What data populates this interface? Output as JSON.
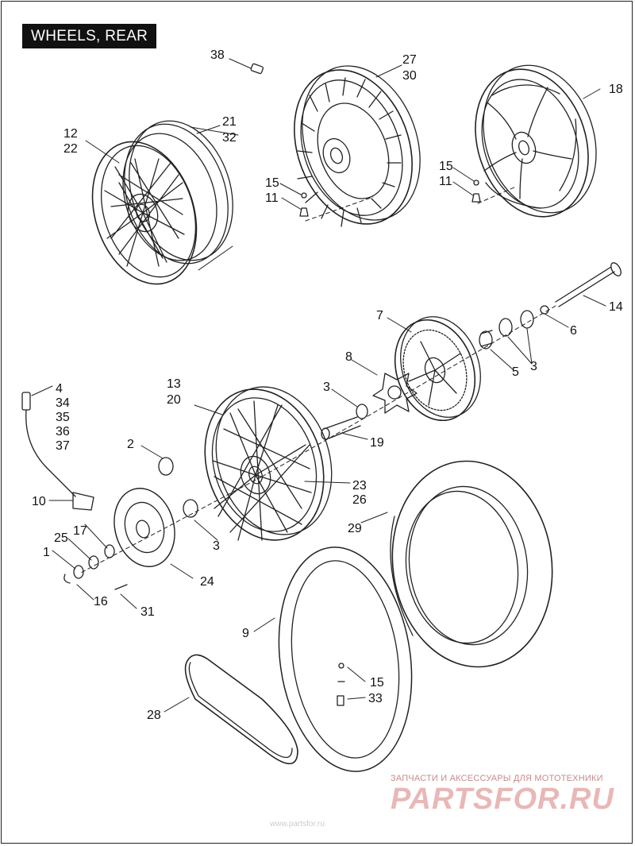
{
  "title": "WHEELS, REAR",
  "labels": {
    "l38": "38",
    "l27": "27",
    "l30": "30",
    "l18": "18",
    "l21": "21",
    "l32": "32",
    "l12": "12",
    "l22": "22",
    "l15a": "15",
    "l11a": "11",
    "l15b": "15",
    "l11b": "11",
    "l14": "14",
    "l7": "7",
    "l6": "6",
    "l8": "8",
    "l5": "5",
    "l3a": "3",
    "l3b": "3",
    "l4": "4",
    "l34": "34",
    "l35": "35",
    "l36": "36",
    "l37": "37",
    "l13": "13",
    "l20": "20",
    "l19": "19",
    "l2": "2",
    "l23": "23",
    "l26": "26",
    "l10": "10",
    "l3c": "3",
    "l29": "29",
    "l17": "17",
    "l25": "25",
    "l1": "1",
    "l24": "24",
    "l16": "16",
    "l31": "31",
    "l9": "9",
    "l15c": "15",
    "l33": "33",
    "l28": "28"
  },
  "watermark": {
    "tagline": "ЗАПЧАСТИ И АКСЕССУАРЫ ДЛЯ МОТОТЕХНИКИ",
    "brand": "PARTSFOR.RU",
    "footer": "www.partsfor.ru"
  }
}
